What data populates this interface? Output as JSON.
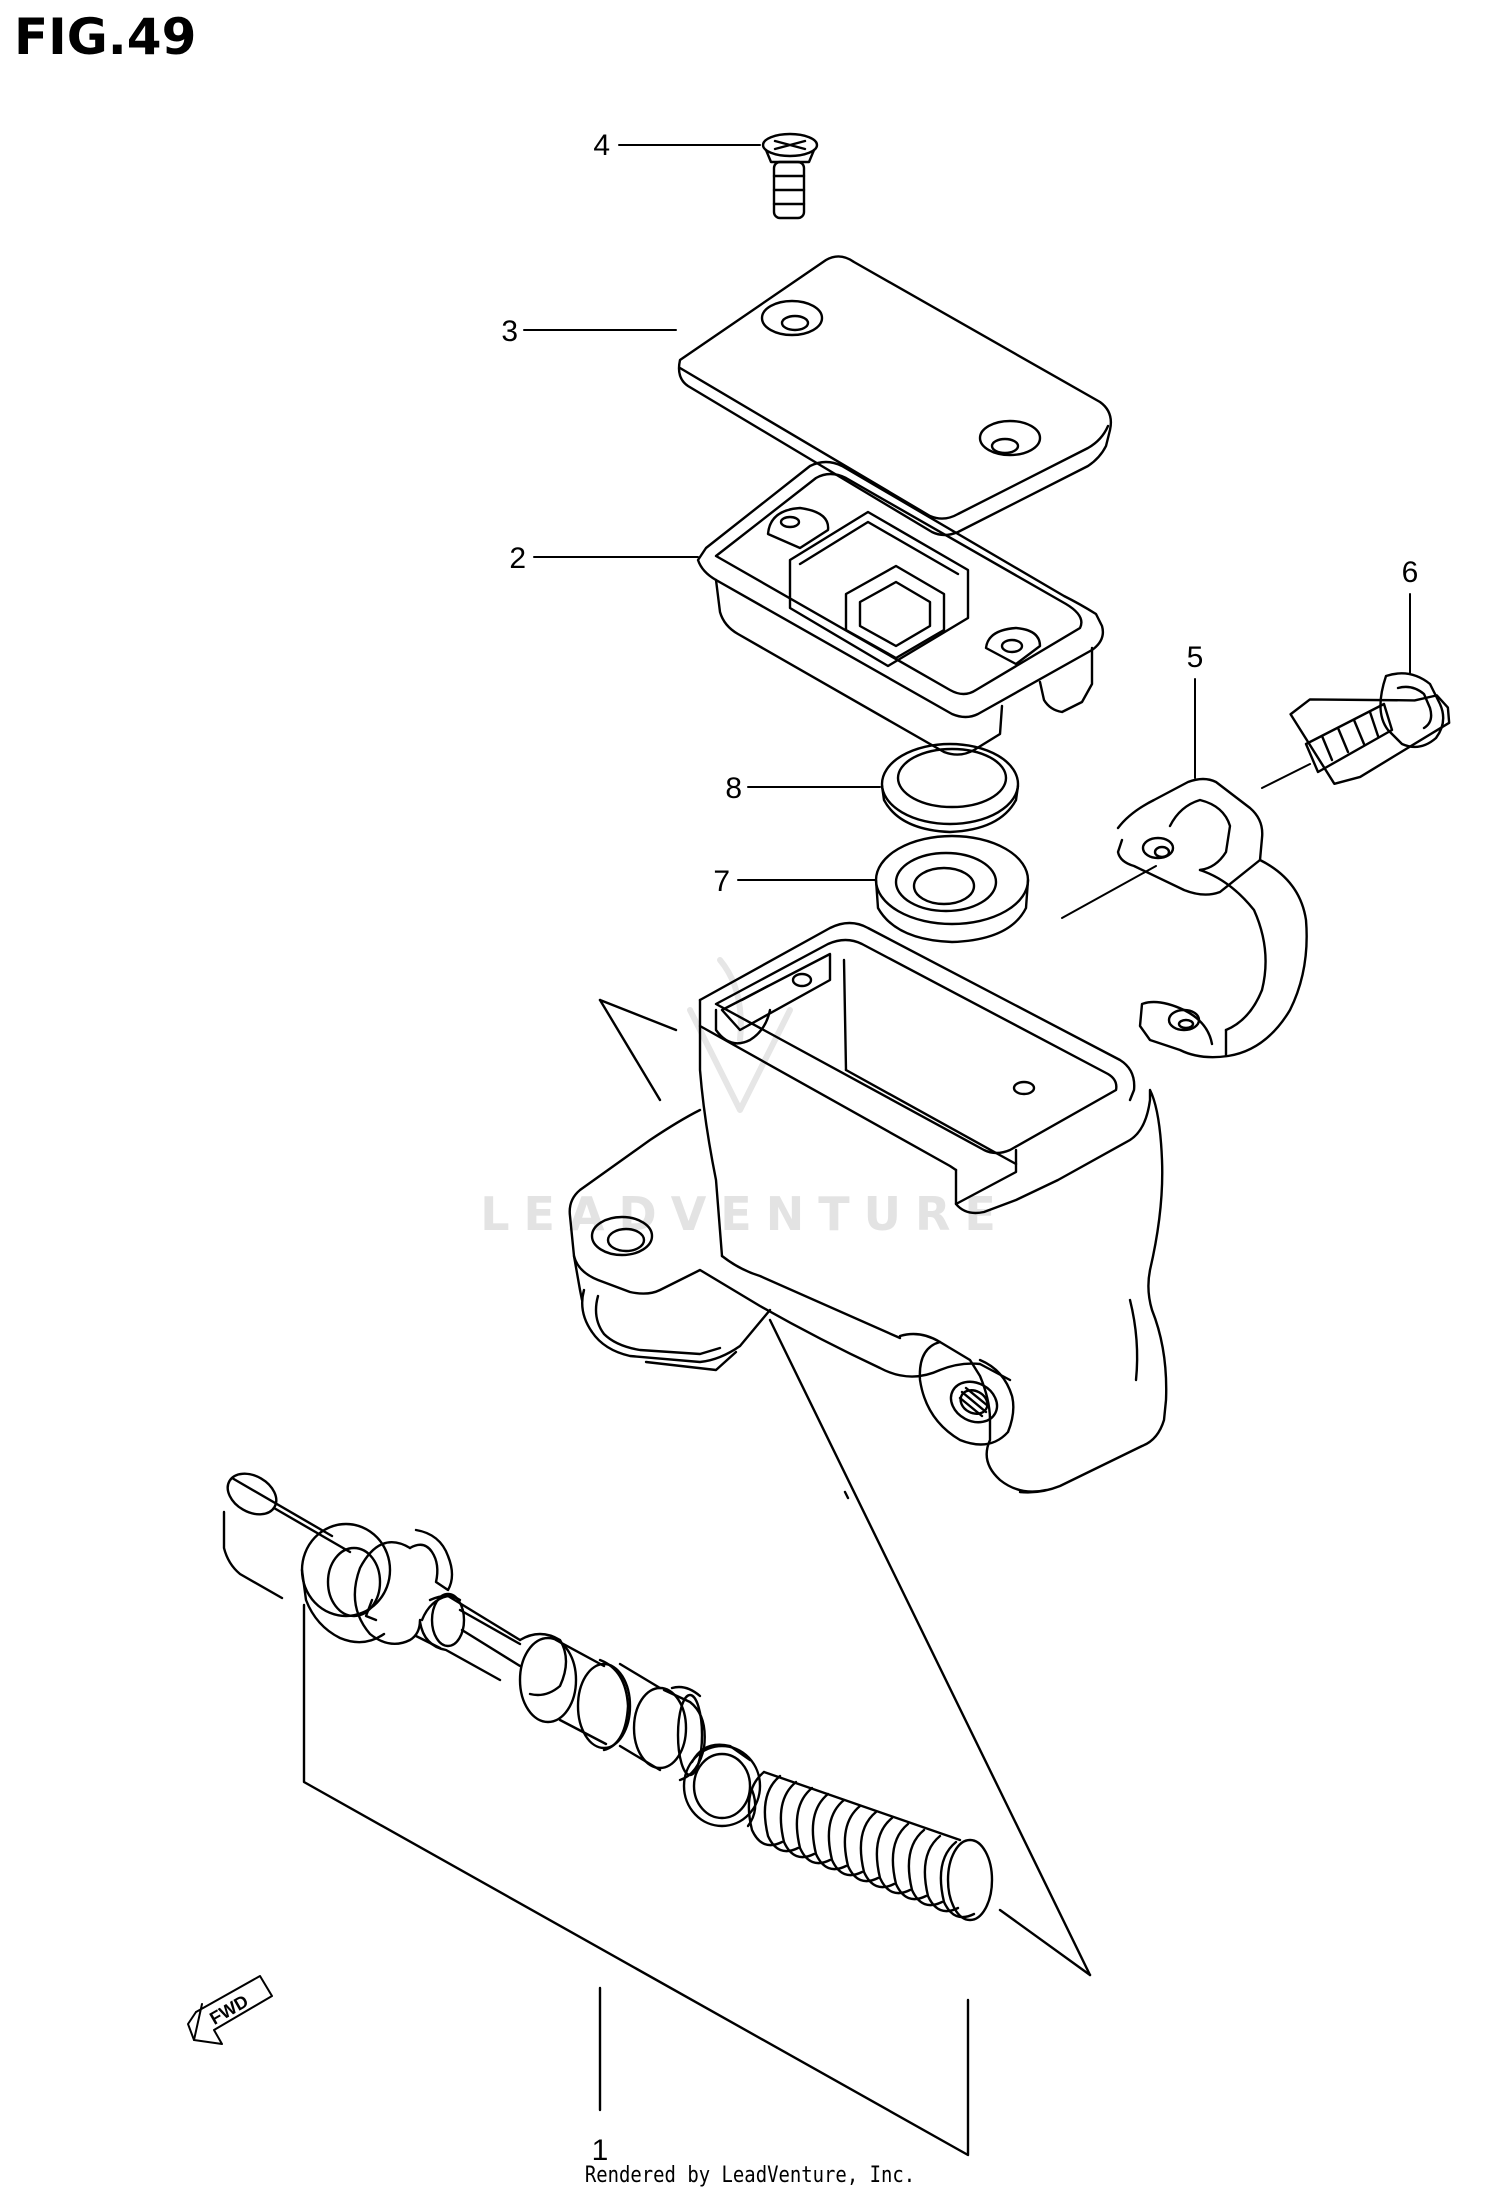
{
  "figure": {
    "title": "FIG.49",
    "footer": "Rendered by LeadVenture, Inc.",
    "watermark": "LEADVENTURE",
    "fwd_label": "FWD"
  },
  "parts": [
    {
      "key": "p1",
      "number": "1"
    },
    {
      "key": "p2",
      "number": "2"
    },
    {
      "key": "p3",
      "number": "3"
    },
    {
      "key": "p4",
      "number": "4"
    },
    {
      "key": "p5",
      "number": "5"
    },
    {
      "key": "p6",
      "number": "6"
    },
    {
      "key": "p7",
      "number": "7"
    },
    {
      "key": "p8",
      "number": "8"
    }
  ],
  "colors": {
    "line": "#000000",
    "background": "#ffffff",
    "watermark": "#e3e3e3"
  }
}
